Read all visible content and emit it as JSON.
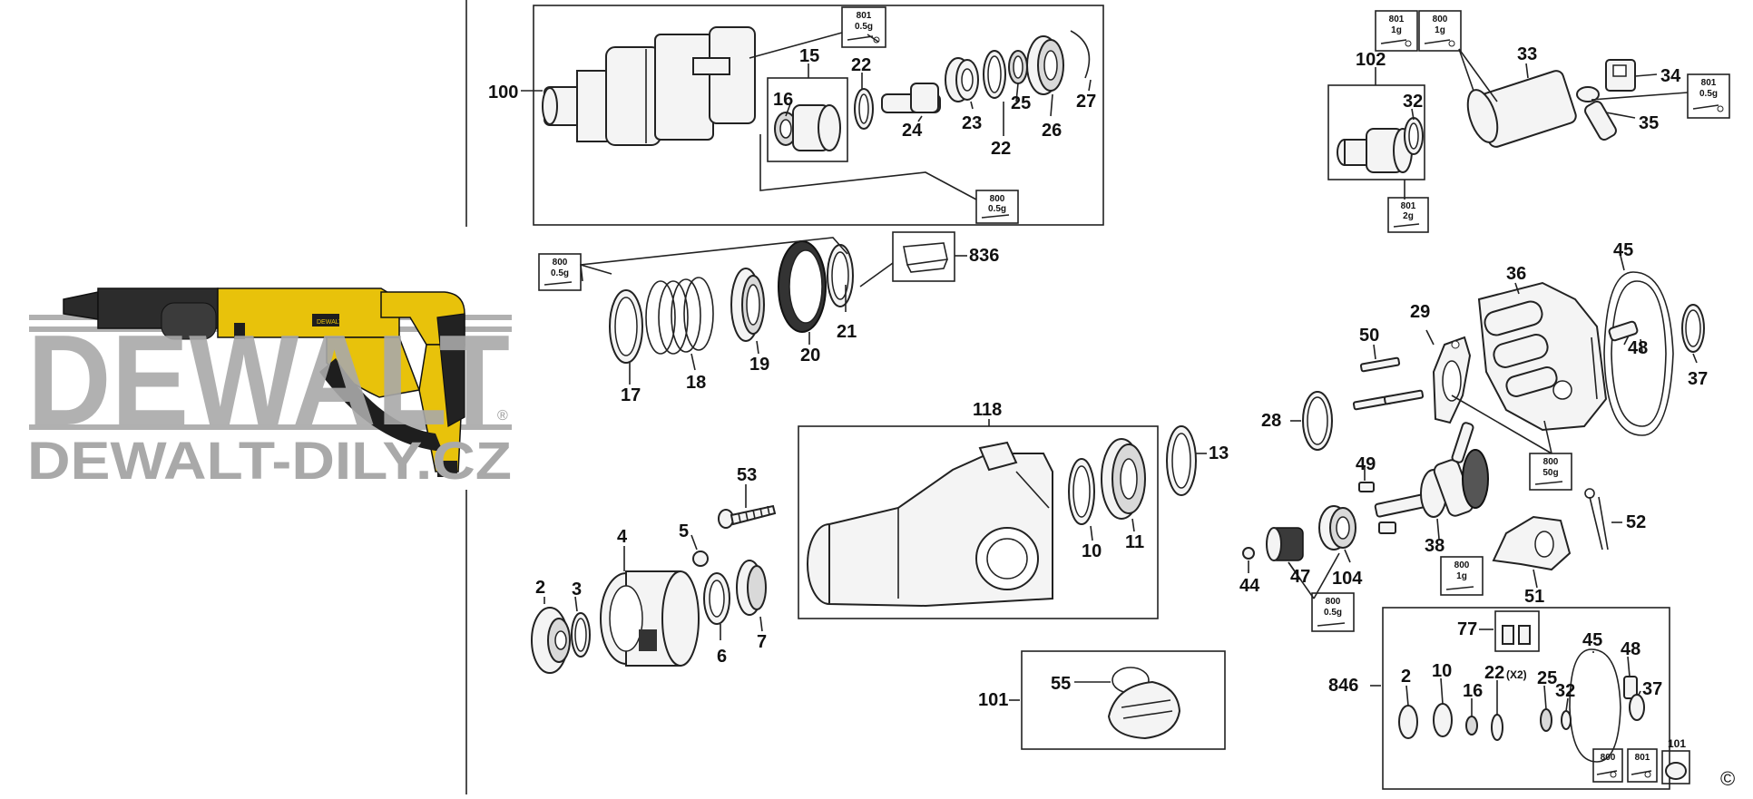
{
  "branding": {
    "watermark_big": "DEWALT",
    "watermark_small": "DEWALT-DILY.CZ",
    "registered": "®",
    "tool_badge": "DEWALT",
    "copyright": "©"
  },
  "colors": {
    "tool_yellow": "#e8c20b",
    "tool_black": "#1e1e1e",
    "watermark_grey": "#a9a9a9",
    "line": "#222222"
  },
  "labels": {
    "l100": "100",
    "l15": "15",
    "l16": "16",
    "l22a": "22",
    "l24": "24",
    "l23": "23",
    "l22b": "22",
    "l25": "25",
    "l26": "26",
    "l27": "27",
    "l102": "102",
    "l32": "32",
    "l33": "33",
    "l34": "34",
    "l35": "35",
    "l836": "836",
    "l17": "17",
    "l18": "18",
    "l19": "19",
    "l20": "20",
    "l21": "21",
    "l45": "45",
    "l36": "36",
    "l50": "50",
    "l29": "29",
    "l48": "48",
    "l37": "37",
    "l28": "28",
    "l118": "118",
    "l13": "13",
    "l53": "53",
    "l4": "4",
    "l5": "5",
    "l2": "2",
    "l3": "3",
    "l6": "6",
    "l7": "7",
    "l10": "10",
    "l11": "11",
    "l49": "49",
    "l52": "52",
    "l38": "38",
    "l44": "44",
    "l47": "47",
    "l104": "104",
    "l51": "51",
    "l55": "55",
    "l101": "101",
    "l77": "77",
    "l846": "846",
    "k2": "2",
    "k10": "10",
    "k16": "16",
    "k22": "22",
    "k22x": "(X2)",
    "k25": "25",
    "k32": "32",
    "k45": "45",
    "k48": "48",
    "k37": "37",
    "k101": "101"
  },
  "grease": {
    "g1": [
      "801",
      "0.5g"
    ],
    "g2": [
      "800",
      "0.5g"
    ],
    "g3": [
      "801",
      "1g"
    ],
    "g4": [
      "800",
      "1g"
    ],
    "g5": [
      "801",
      "0.5g"
    ],
    "g6": [
      "801",
      "2g"
    ],
    "g7": [
      "800",
      "0.5g"
    ],
    "g8": [
      "800",
      "50g"
    ],
    "g9": [
      "800",
      "1g"
    ],
    "g10": [
      "800",
      "0.5g"
    ],
    "g11": [
      "800"
    ],
    "g12": [
      "801"
    ]
  }
}
